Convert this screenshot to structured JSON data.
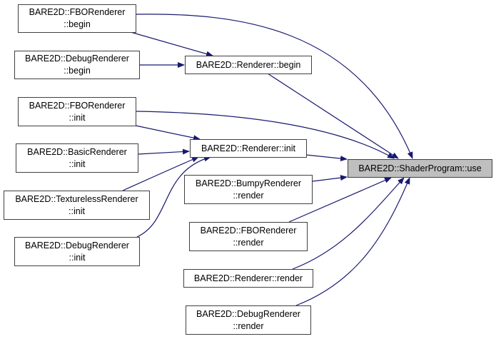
{
  "graph": {
    "edge_color": "#191970",
    "focus_fill": "#bfbfbf",
    "nodes": {
      "fbo_begin": {
        "line1": "BARE2D::FBORenderer",
        "line2": "::begin"
      },
      "dbg_begin": {
        "line1": "BARE2D::DebugRenderer",
        "line2": "::begin"
      },
      "rend_begin": {
        "line1": "BARE2D::Renderer::begin"
      },
      "fbo_init": {
        "line1": "BARE2D::FBORenderer",
        "line2": "::init"
      },
      "basic_init": {
        "line1": "BARE2D::BasicRenderer",
        "line2": "::init"
      },
      "rend_init": {
        "line1": "BARE2D::Renderer::init"
      },
      "texless_init": {
        "line1": "BARE2D::TexturelessRenderer",
        "line2": "::init"
      },
      "dbg_init": {
        "line1": "BARE2D::DebugRenderer",
        "line2": "::init"
      },
      "bumpy_render": {
        "line1": "BARE2D::BumpyRenderer",
        "line2": "::render"
      },
      "fbo_render": {
        "line1": "BARE2D::FBORenderer",
        "line2": "::render"
      },
      "rend_render": {
        "line1": "BARE2D::Renderer::render"
      },
      "dbg_render": {
        "line1": "BARE2D::DebugRenderer",
        "line2": "::render"
      },
      "shader_use": {
        "line1": "BARE2D::ShaderProgram::use"
      }
    },
    "edges": [
      [
        "fbo_begin",
        "rend_begin"
      ],
      [
        "dbg_begin",
        "rend_begin"
      ],
      [
        "fbo_begin",
        "shader_use"
      ],
      [
        "rend_begin",
        "shader_use"
      ],
      [
        "fbo_init",
        "rend_init"
      ],
      [
        "basic_init",
        "rend_init"
      ],
      [
        "texless_init",
        "rend_init"
      ],
      [
        "dbg_init",
        "rend_init"
      ],
      [
        "fbo_init",
        "shader_use"
      ],
      [
        "rend_init",
        "shader_use"
      ],
      [
        "bumpy_render",
        "shader_use"
      ],
      [
        "fbo_render",
        "shader_use"
      ],
      [
        "rend_render",
        "shader_use"
      ],
      [
        "dbg_render",
        "shader_use"
      ]
    ]
  }
}
